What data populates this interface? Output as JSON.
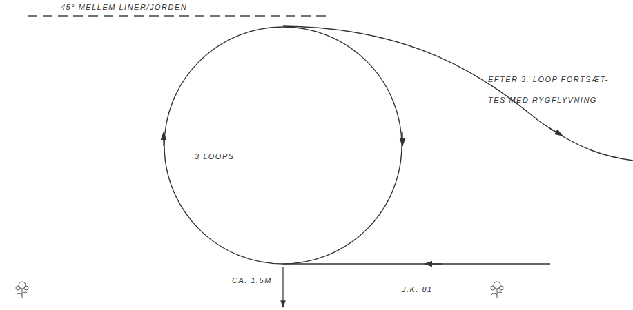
{
  "diagram": {
    "labels": [
      "45° MELLEM LINER/JORDEN",
      "EFTER 3. LOOP FORTSÆT- TES MED RYGFLYVNING",
      "3 LOOPS",
      "CA. 1.5M",
      "J.K. 81"
    ]
  }
}
